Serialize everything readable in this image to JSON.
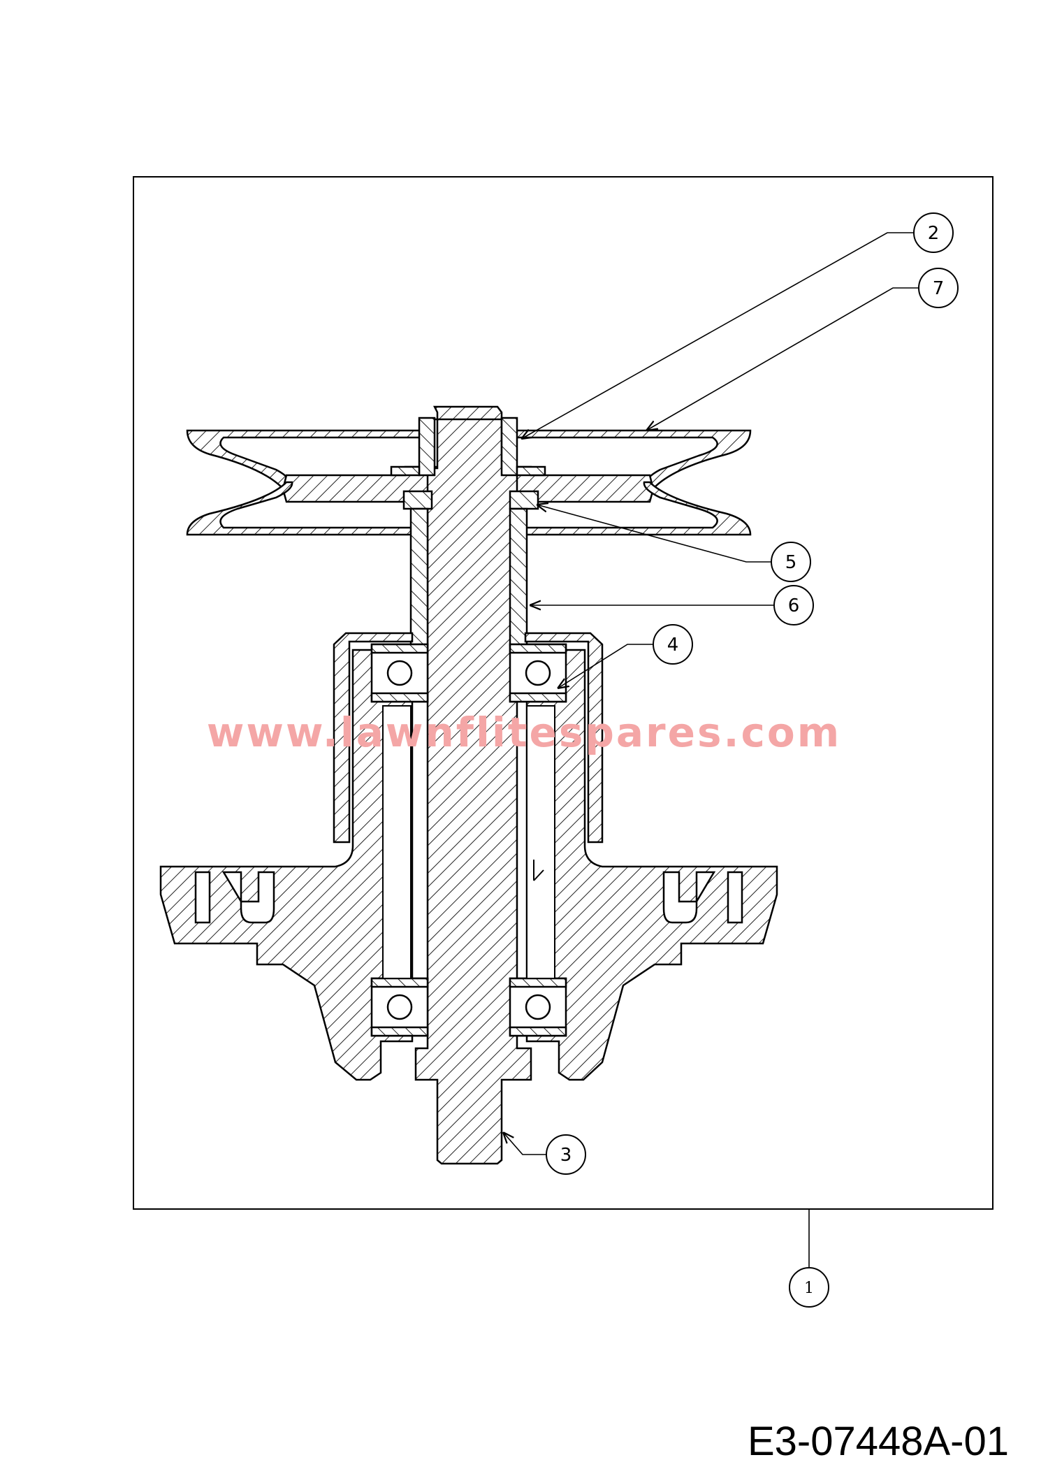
{
  "drawing": {
    "document_number": "E3-07448A-01",
    "watermark": "www.lawnflitespares.com",
    "watermark_color": "#f4a6a6",
    "callouts": [
      {
        "id": "callout-1",
        "label": "1"
      },
      {
        "id": "callout-2",
        "label": "2"
      },
      {
        "id": "callout-3",
        "label": "3"
      },
      {
        "id": "callout-4",
        "label": "4"
      },
      {
        "id": "callout-5",
        "label": "5"
      },
      {
        "id": "callout-6",
        "label": "6"
      },
      {
        "id": "callout-7",
        "label": "7"
      }
    ]
  }
}
